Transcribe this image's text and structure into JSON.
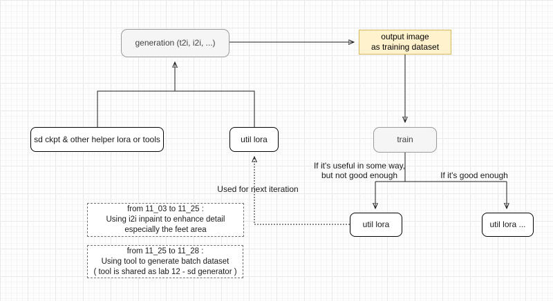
{
  "diagram": {
    "nodes": {
      "generation": {
        "label": "generation (t2i, i2i, ...)"
      },
      "output_image": {
        "line1": "output image",
        "line2": "as training dataset"
      },
      "sd_ckpt": {
        "label": "sd ckpt & other helper lora or tools"
      },
      "util_lora_mid": {
        "label": "util lora"
      },
      "train": {
        "label": "train"
      },
      "util_lora_left": {
        "label": "util lora"
      },
      "util_lora_right": {
        "label": "util lora ..."
      }
    },
    "edge_labels": {
      "useful_line1": "If it's useful in some way,",
      "useful_line2": "but not good enough",
      "good_enough": "If it's good enough",
      "next_iteration": "Used for next iteration"
    },
    "notes": [
      {
        "line1": "from 11_03 to 11_25 :",
        "line2": "Using i2i inpaint to enhance detail",
        "line3": "especially the feet area"
      },
      {
        "line1": "from 11_25 to 11_28 :",
        "line2": "Using tool to generate batch dataset",
        "line3": "( tool is shared as lab 12 - sd generator )"
      }
    ],
    "colors": {
      "highlight_fill": "#fff2cc",
      "highlight_border": "#d6b656",
      "gray_fill": "#f5f5f5",
      "gray_border": "#999999",
      "node_border": "#000000",
      "wire": "#1a1a1a"
    }
  }
}
